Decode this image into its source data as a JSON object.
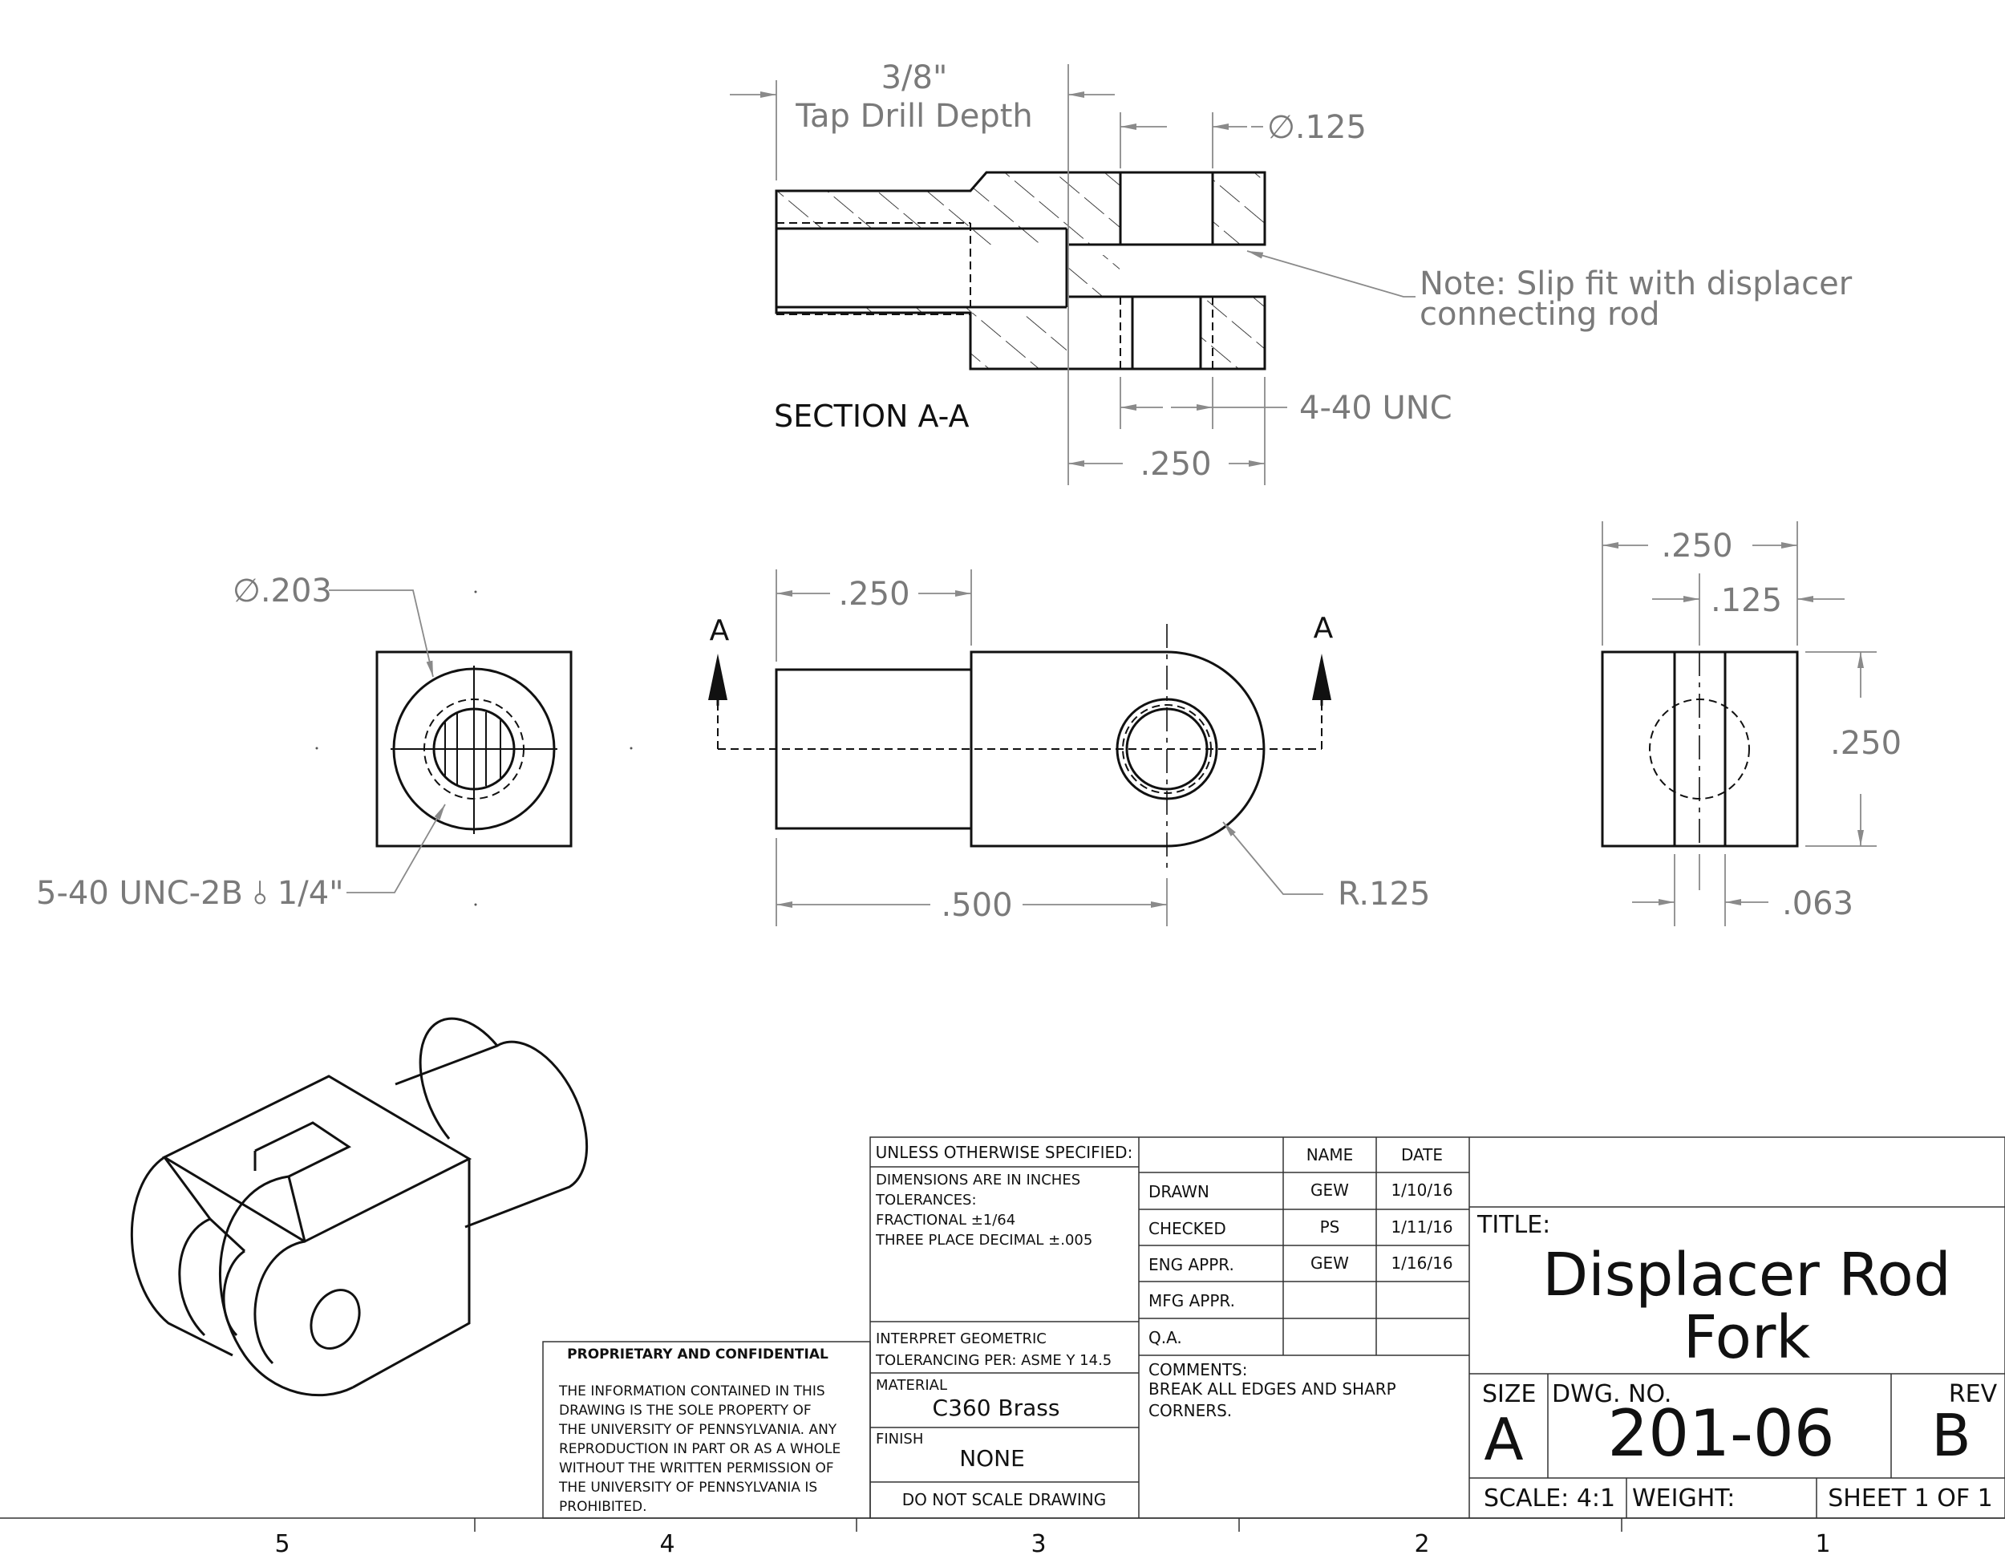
{
  "section": {
    "title": "SECTION A-A",
    "tap_depth_value": "3/8\"",
    "tap_depth_label": "Tap Drill Depth",
    "hole_dia": "∅.125",
    "note_line1": "Note: Slip fit with displacer",
    "note_line2": "connecting rod",
    "thread": "4-40 UNC",
    "width": ".250"
  },
  "left_view": {
    "dia": "∅.203",
    "thread": "5-40 UNC-2B ⫰ 1/4\""
  },
  "front_view": {
    "cut_label_left": "A",
    "cut_label_right": "A",
    "shank_length": ".250",
    "overall_length": ".500",
    "radius": "R.125"
  },
  "right_view": {
    "width": ".250",
    "slot": ".125",
    "height": ".250",
    "offset": ".063"
  },
  "title_block": {
    "tolerance_header": "UNLESS OTHERWISE SPECIFIED:",
    "tolerance_lines": [
      "DIMENSIONS ARE IN INCHES",
      "TOLERANCES:",
      "FRACTIONAL  ±1/64",
      "THREE PLACE DECIMAL  ±.005"
    ],
    "gdt_lines": [
      "INTERPRET GEOMETRIC",
      "TOLERANCING PER: ASME Y 14.5"
    ],
    "material_label": "MATERIAL",
    "material_value": "C360 Brass",
    "finish_label": "FINISH",
    "finish_value": "NONE",
    "do_not_scale": "DO NOT SCALE DRAWING",
    "col_name": "NAME",
    "col_date": "DATE",
    "rows": [
      {
        "role": "DRAWN",
        "name": "GEW",
        "date": "1/10/16"
      },
      {
        "role": "CHECKED",
        "name": "PS",
        "date": "1/11/16"
      },
      {
        "role": "ENG APPR.",
        "name": "GEW",
        "date": "1/16/16"
      },
      {
        "role": "MFG APPR.",
        "name": "",
        "date": ""
      },
      {
        "role": "Q.A.",
        "name": "",
        "date": ""
      }
    ],
    "comments_label": "COMMENTS:",
    "comments_lines": [
      "BREAK ALL EDGES AND SHARP",
      "CORNERS."
    ],
    "title_label": "TITLE:",
    "title_line1": "Displacer Rod",
    "title_line2": "Fork",
    "size_label": "SIZE",
    "size_value": "A",
    "dwg_label": "DWG.  NO.",
    "dwg_value": "201-06",
    "rev_label": "REV",
    "rev_value": "B",
    "scale": "SCALE: 4:1",
    "weight": "WEIGHT:",
    "sheet": "SHEET 1 OF 1"
  },
  "proprietary": {
    "heading": "PROPRIETARY AND CONFIDENTIAL",
    "lines": [
      "THE INFORMATION CONTAINED IN THIS",
      "DRAWING IS THE SOLE PROPERTY OF",
      "THE UNIVERSITY OF PENNSYLVANIA.  ANY",
      "REPRODUCTION IN PART OR AS A WHOLE",
      "WITHOUT THE WRITTEN PERMISSION OF",
      "THE UNIVERSITY OF PENNSYLVANIA IS",
      "PROHIBITED."
    ]
  },
  "zones": [
    "5",
    "4",
    "3",
    "2",
    "1"
  ]
}
